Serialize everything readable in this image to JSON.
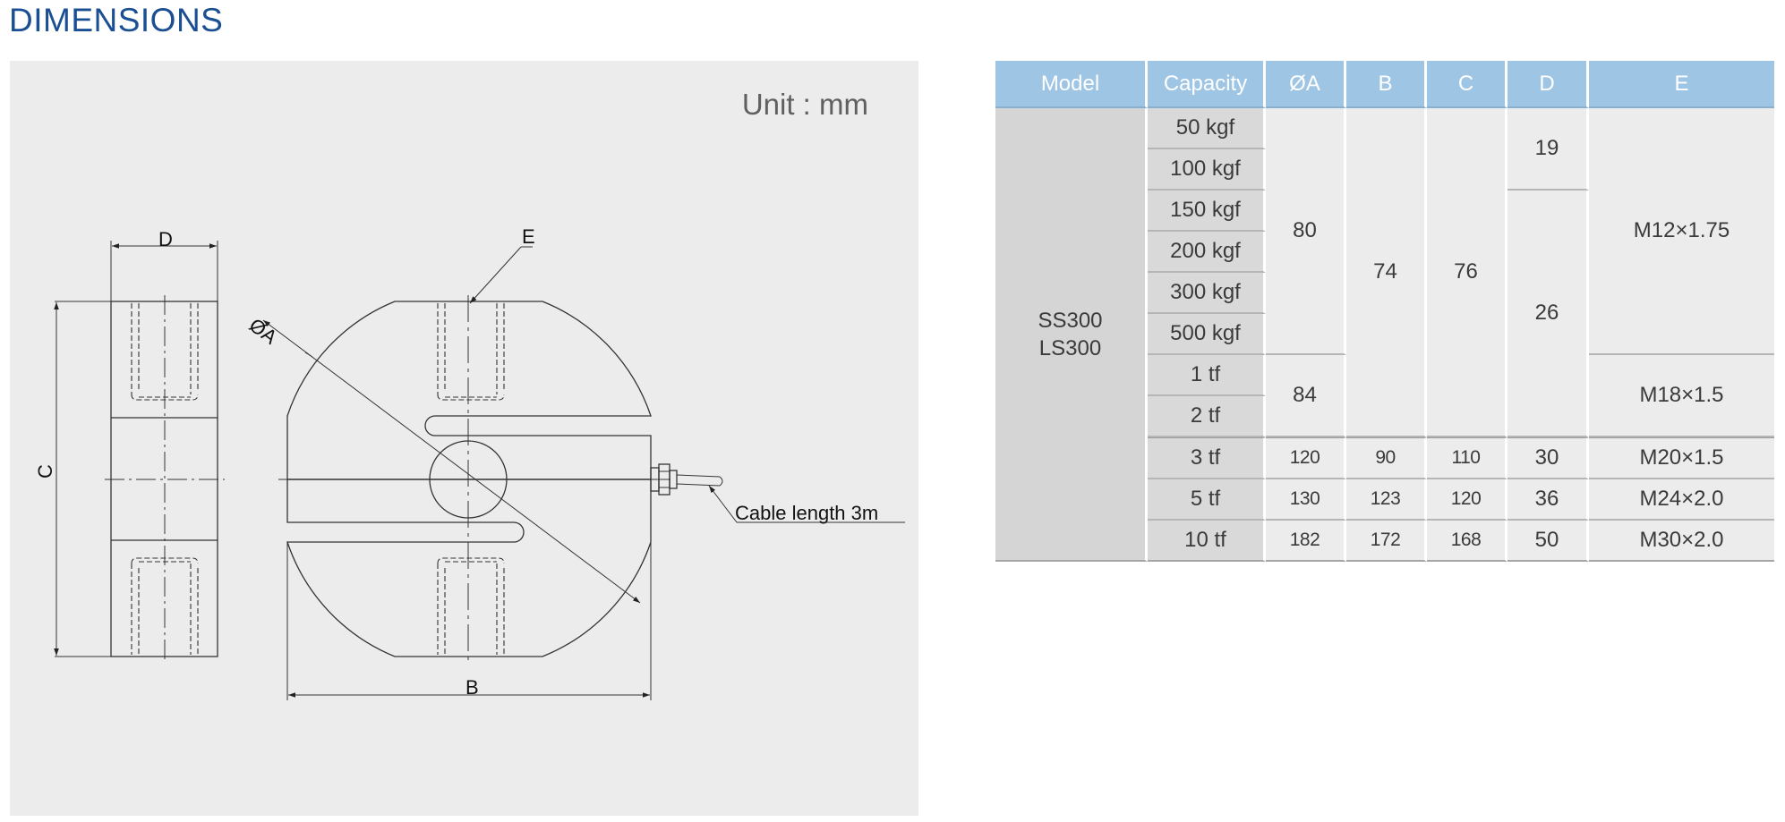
{
  "title": "DIMENSIONS",
  "drawing": {
    "unit": "Unit : mm",
    "labels": {
      "d": "D",
      "e": "E",
      "phi_a": "ØA",
      "c": "C",
      "b": "B",
      "cable": "Cable length 3m"
    }
  },
  "table": {
    "headers": [
      "Model",
      "Capacity",
      "ØA",
      "B",
      "C",
      "D",
      "E"
    ],
    "model": [
      "SS300",
      "LS300"
    ],
    "capacities": [
      "50 kgf",
      "100 kgf",
      "150 kgf",
      "200 kgf",
      "300 kgf",
      "500 kgf",
      "1 tf",
      "2 tf",
      "3 tf",
      "5 tf",
      "10 tf"
    ],
    "group1": {
      "a_small": "80",
      "a_tf": "84",
      "b": "74",
      "c": "76",
      "d_low": "19",
      "d_high": "26",
      "e_kgf": "M12×1.75",
      "e_tf": "M18×1.5"
    },
    "row_3tf": {
      "a": "120",
      "b": "90",
      "c": "110",
      "d": "30",
      "e": "M20×1.5"
    },
    "row_5tf": {
      "a": "130",
      "b": "123",
      "c": "120",
      "d": "36",
      "e": "M24×2.0"
    },
    "row_10tf": {
      "a": "182",
      "b": "172",
      "c": "168",
      "d": "50",
      "e": "M30×2.0"
    }
  }
}
